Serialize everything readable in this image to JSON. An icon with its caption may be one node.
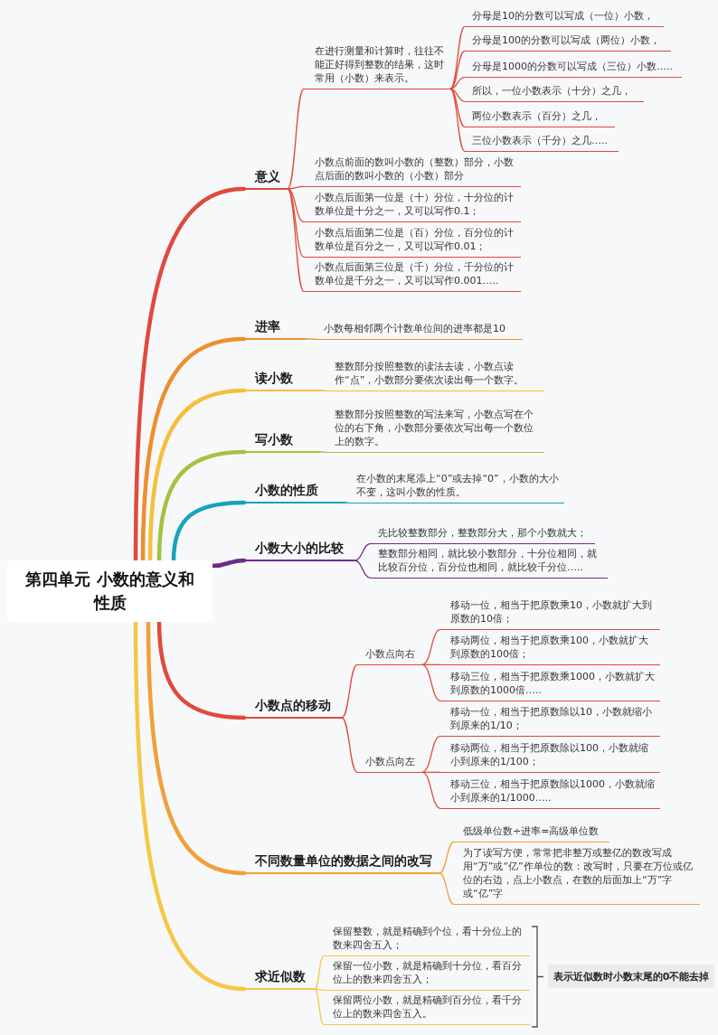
{
  "diagram": {
    "nodes": [
      {
        "text": [
          "第四单元 小数的意义和性质"
        ]
      },
      {
        "text": [
          "意义"
        ]
      },
      {
        "text": [
          "在进行测量和计算时，往往不能正好得到整数的结果，这时常用（小数）来表示。"
        ]
      },
      {
        "text": [
          "分母是10的分数可以写成（一位）小数，"
        ]
      },
      {
        "text": [
          "分母是100的分数可以写成（两位）小数，"
        ]
      },
      {
        "text": [
          "分母是1000的分数可以写成（三位）小数….."
        ]
      },
      {
        "text": [
          "所以，一位小数表示（十分）之几，"
        ]
      },
      {
        "text": [
          "两位小数表示（百分）之几，"
        ]
      },
      {
        "text": [
          "三位小数表示（千分）之几….."
        ]
      },
      {
        "text": [
          "小数点前面的数叫小数的（整数）部分，小数点后面的数叫小数的（小数）部分"
        ]
      },
      {
        "text": [
          "小数点后面第一位是（十）分位，十分位的计数单位是十分之一，又可以写作0.1；"
        ]
      },
      {
        "text": [
          "小数点后面第二位是（百）分位，百分位的计数单位是百分之一，又可以写作0.01；"
        ]
      },
      {
        "text": [
          "小数点后面第三位是（千）分位，千分位的计数单位是千分之一，又可以写作0.001….."
        ]
      },
      {
        "text": [
          "进率"
        ]
      },
      {
        "text": [
          "小数每相邻两个计数单位间的进率都是10"
        ]
      },
      {
        "text": [
          "读小数"
        ]
      },
      {
        "text": [
          "整数部分按照整数的读法去读，小数点读作“点”，小数部分要依次读出每一个数字。"
        ]
      },
      {
        "text": [
          "写小数"
        ]
      },
      {
        "text": [
          "整数部分按照整数的写法来写，小数点写在个位的右下角，小数部分要依次写出每一个数位上的数字。"
        ]
      },
      {
        "text": [
          "小数的性质"
        ]
      },
      {
        "text": [
          "在小数的末尾添上“0”或去掉“0”，小数的大小不变，这叫小数的性质。"
        ]
      },
      {
        "text": [
          "小数大小的比较"
        ]
      },
      {
        "text": [
          "先比较整数部分，整数部分大，那个小数就大；"
        ]
      },
      {
        "text": [
          "整数部分相同，就比较小数部分，十分位相同，就比较百分位，百分位也相同，就比较千分位….."
        ]
      },
      {
        "text": [
          "小数点的移动"
        ]
      },
      {
        "text": [
          "小数点向右"
        ]
      },
      {
        "text": [
          "移动一位，相当于把原数乘10，小数就扩大到原数的10倍；"
        ]
      },
      {
        "text": [
          "移动两位，相当于把原数乘100，小数就扩大到原数的100倍；"
        ]
      },
      {
        "text": [
          "移动三位，相当于把原数乘1000，小数就扩大到原数的1000倍….."
        ]
      },
      {
        "text": [
          "小数点向左"
        ]
      },
      {
        "text": [
          "移动一位，相当于把原数除以10，小数就缩小到原来的1/10；"
        ]
      },
      {
        "text": [
          "移动两位，相当于把原数除以100，小数就缩小到原来的1/100；"
        ]
      },
      {
        "text": [
          "移动三位，相当于把原数除以1000，小数就缩小到原来的1/1000….."
        ]
      },
      {
        "text": [
          "不同数量单位的数据之间的改写"
        ]
      },
      {
        "text": [
          "低级单位数÷进率=高级单位数"
        ]
      },
      {
        "text": [
          "为了读写方便，常常把非整万或整亿的数改写成用“万”或“亿”作单位的数：改写时，只要在万位或亿位的右边，点上小数点，在数的后面加上“万”字或“亿”字"
        ]
      },
      {
        "text": [
          "求近似数"
        ]
      },
      {
        "text": [
          "保留整数，就是精确到个位，看十分位上的数来四舍五入；"
        ]
      },
      {
        "text": [
          "保留一位小数，就是精确到十分位，看百分位上的数来四舍五入；"
        ]
      },
      {
        "text": [
          "保留两位小数，就是精确到百分位，看千分位上的数来四舍五入。"
        ]
      },
      {
        "text": [
          "表示近似数时小数末尾的0不能去掉"
        ]
      }
    ],
    "edges": [
      {
        "from": 0,
        "to": 1,
        "arrow": "none",
        "style": "thick"
      },
      {
        "from": 1,
        "to": 2,
        "arrow": "none"
      },
      {
        "from": 2,
        "to": 3,
        "arrow": "none"
      },
      {
        "from": 2,
        "to": 4,
        "arrow": "none"
      },
      {
        "from": 2,
        "to": 5,
        "arrow": "none"
      },
      {
        "from": 2,
        "to": 6,
        "arrow": "none"
      },
      {
        "from": 2,
        "to": 7,
        "arrow": "none"
      },
      {
        "from": 2,
        "to": 8,
        "arrow": "none"
      },
      {
        "from": 1,
        "to": 9,
        "arrow": "none"
      },
      {
        "from": 1,
        "to": 10,
        "arrow": "none"
      },
      {
        "from": 1,
        "to": 11,
        "arrow": "none"
      },
      {
        "from": 1,
        "to": 12,
        "arrow": "none"
      },
      {
        "from": 0,
        "to": 13,
        "arrow": "none",
        "style": "thick",
        "color": "#ec8f2f"
      },
      {
        "from": 13,
        "to": 14,
        "arrow": "none",
        "color": "#ec8f2f"
      },
      {
        "from": 0,
        "to": 15,
        "arrow": "none",
        "style": "thick",
        "color": "#f4c03c"
      },
      {
        "from": 15,
        "to": 16,
        "arrow": "none",
        "color": "#f4c03c"
      },
      {
        "from": 0,
        "to": 17,
        "arrow": "none",
        "style": "thick",
        "color": "#a4c23f"
      },
      {
        "from": 17,
        "to": 18,
        "arrow": "none",
        "color": "#a4c23f"
      },
      {
        "from": 0,
        "to": 19,
        "arrow": "none",
        "style": "thick",
        "color": "#17a3bd"
      },
      {
        "from": 19,
        "to": 20,
        "arrow": "none",
        "color": "#17a3bd"
      },
      {
        "from": 0,
        "to": 21,
        "arrow": "none",
        "style": "thick",
        "color": "#6f2a8b"
      },
      {
        "from": 21,
        "to": 22,
        "arrow": "none",
        "color": "#6f2a8b"
      },
      {
        "from": 21,
        "to": 23,
        "arrow": "none",
        "color": "#6f2a8b"
      },
      {
        "from": 0,
        "to": 24,
        "arrow": "none",
        "style": "thick"
      },
      {
        "from": 24,
        "to": 25,
        "arrow": "none"
      },
      {
        "from": 25,
        "to": 26,
        "arrow": "none"
      },
      {
        "from": 25,
        "to": 27,
        "arrow": "none"
      },
      {
        "from": 25,
        "to": 28,
        "arrow": "none"
      },
      {
        "from": 24,
        "to": 29,
        "arrow": "none"
      },
      {
        "from": 29,
        "to": 30,
        "arrow": "none"
      },
      {
        "from": 29,
        "to": 31,
        "arrow": "none"
      },
      {
        "from": 29,
        "to": 32,
        "arrow": "none"
      },
      {
        "from": 0,
        "to": 33,
        "arrow": "none",
        "style": "thick",
        "color": "#f0a03a"
      },
      {
        "from": 33,
        "to": 34,
        "arrow": "none",
        "color": "#f0a03a"
      },
      {
        "from": 33,
        "to": 35,
        "arrow": "none",
        "color": "#f0a03a"
      },
      {
        "from": 0,
        "to": 36,
        "arrow": "none",
        "style": "thick",
        "color": "#f6c746"
      },
      {
        "from": 36,
        "to": 37,
        "arrow": "none",
        "color": "#f6c746"
      },
      {
        "from": 36,
        "to": 38,
        "arrow": "none",
        "color": "#f6c746"
      },
      {
        "from": 36,
        "to": 39,
        "arrow": "none",
        "color": "#f6c746"
      }
    ]
  }
}
